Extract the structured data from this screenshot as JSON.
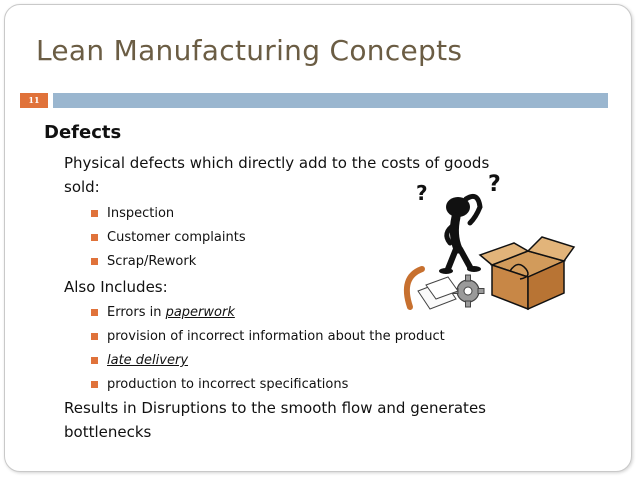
{
  "slide": {
    "title": "Lean Manufacturing Concepts",
    "number": "11",
    "heading": "Defects",
    "intro_line1": "Physical defects which directly add to the costs of goods",
    "intro_line2": "sold:",
    "bullets1": [
      "Inspection",
      "Customer complaints",
      "Scrap/Rework"
    ],
    "also_includes": "Also Includes:",
    "bullet_errors_prefix": "Errors in ",
    "bullet_errors_link": "paperwork",
    "bullet_provision": "provision of incorrect information about the product",
    "bullet_late": "late delivery",
    "bullet_production": "production to incorrect specifications",
    "results_line1": "Results in Disruptions to the smooth flow and generates",
    "results_line2": "bottlenecks"
  },
  "colors": {
    "title": "#6b5d44",
    "accent_orange": "#e0723a",
    "header_bar_blue": "#9ab6cf"
  }
}
